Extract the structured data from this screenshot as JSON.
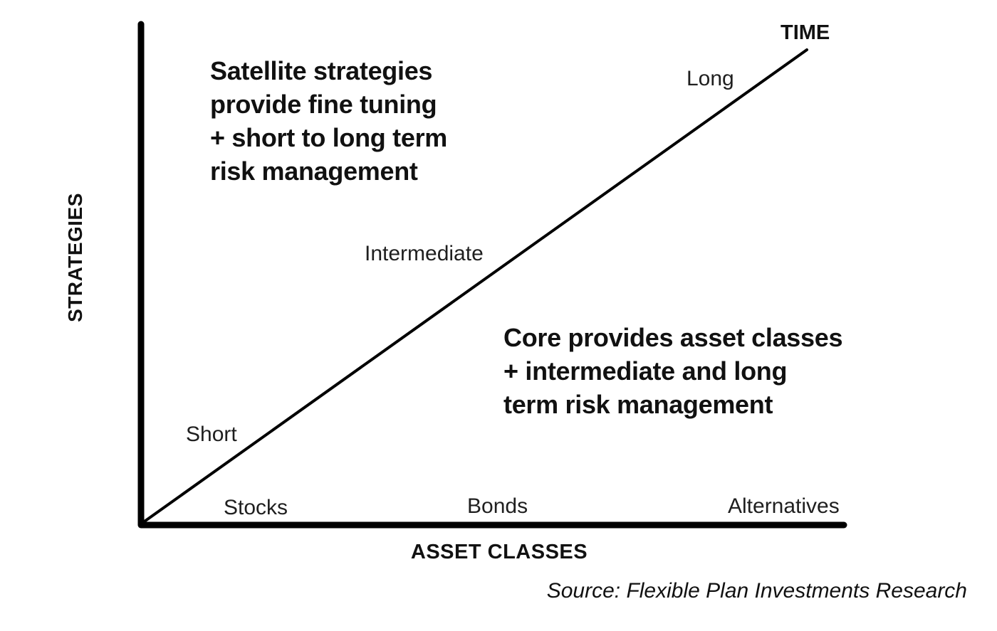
{
  "diagram": {
    "axes": {
      "y_label": "STRATEGIES",
      "x_label": "ASSET CLASSES"
    },
    "diagonal": {
      "label": "TIME",
      "points": [
        "Short",
        "Intermediate",
        "Long"
      ]
    },
    "x_categories": [
      "Stocks",
      "Bonds",
      "Alternatives"
    ],
    "annotations": {
      "satellite_lines": [
        "Satellite strategies",
        "provide fine tuning",
        "+ short to long term",
        "risk management"
      ],
      "core_lines": [
        "Core provides asset classes",
        "+ intermediate and long",
        "term risk management"
      ]
    },
    "source": "Source: Flexible Plan Investments Research",
    "colors": {
      "background": "#ffffff",
      "axis_line": "#000000",
      "diagonal_line": "#000000",
      "heading_text": "#111111",
      "label_text": "#1f1f1f"
    }
  }
}
